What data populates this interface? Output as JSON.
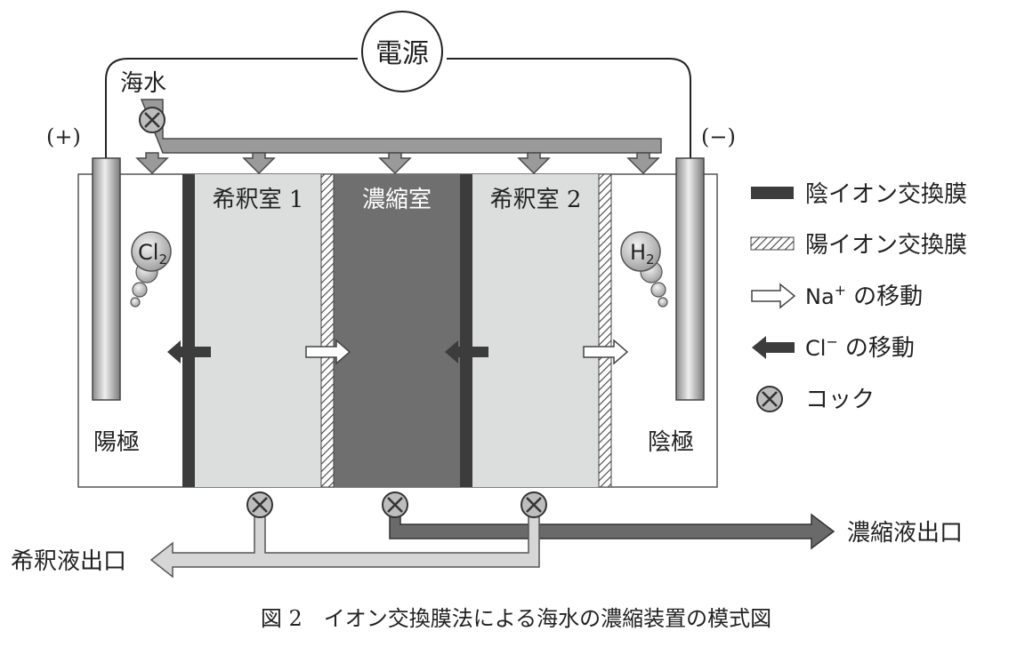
{
  "labels": {
    "power_source": "電源",
    "seawater": "海水",
    "plus_terminal": "(+)",
    "minus_terminal": "(−)",
    "dilute_chamber_1": "希釈室 1",
    "concentrate_chamber": "濃縮室",
    "dilute_chamber_2": "希釈室 2",
    "anode": "陽極",
    "cathode": "陰極",
    "cl2_main": "Cl",
    "cl2_sub": "2",
    "h2_main": "H",
    "h2_sub": "2",
    "dilute_outlet": "希釈液出口",
    "concentrate_outlet": "濃縮液出口"
  },
  "legend": {
    "anion_membrane": "陰イオン交換膜",
    "cation_membrane": "陽イオン交換膜",
    "na_ion": "Na",
    "na_charge": "+",
    "na_move": "の移動",
    "cl_ion": "Cl",
    "cl_charge": "−",
    "cl_move": "の移動",
    "valve": "コック"
  },
  "caption": "図 2　イオン交換膜法による海水の濃縮装置の模式図",
  "colors": {
    "anion_membrane": "#3c3c3c",
    "concentrate_chamber": "#6f6f6f",
    "dilute_chamber": "#dcdedd",
    "outline": "#444444",
    "pipe_gray": "#9a9a9a",
    "pipe_dark": "#6a6a6a",
    "pipe_light": "#d6d6d6"
  }
}
